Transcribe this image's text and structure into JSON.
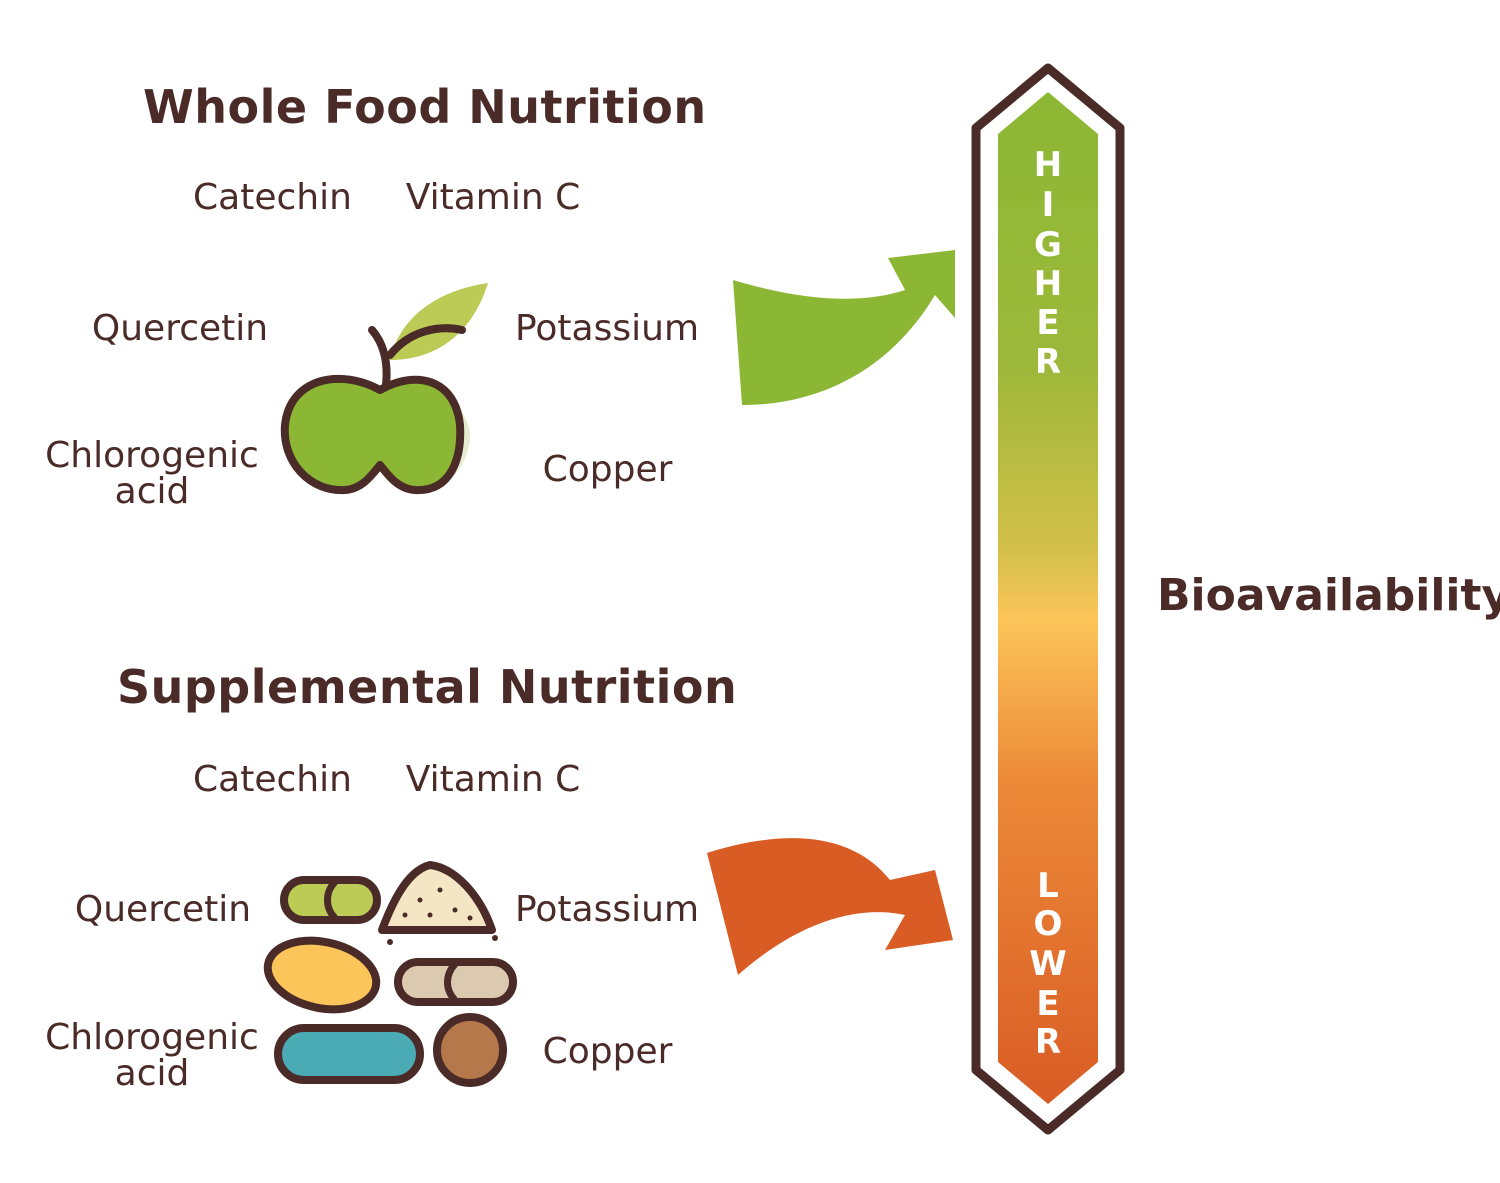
{
  "colors": {
    "text": "#4a2b28",
    "outline": "#4a2b28",
    "green": "#8cb734",
    "orange": "#d95c25",
    "yellow": "#fcc55a"
  },
  "whole_food": {
    "title": "Whole Food Nutrition",
    "nutrients": [
      "Catechin",
      "Vitamin C",
      "Quercetin",
      "Potassium",
      "Chlorogenic acid",
      "Copper"
    ],
    "icon": "apple-icon"
  },
  "supplemental": {
    "title": "Supplemental Nutrition",
    "nutrients": [
      "Catechin",
      "Vitamin C",
      "Quercetin",
      "Potassium",
      "Chlorogenic acid",
      "Copper"
    ],
    "icon": "pills-icon"
  },
  "bar": {
    "higher": [
      "H",
      "I",
      "G",
      "H",
      "E",
      "R"
    ],
    "lower": [
      "L",
      "O",
      "W",
      "E",
      "R"
    ],
    "label": "Bioavailability"
  }
}
